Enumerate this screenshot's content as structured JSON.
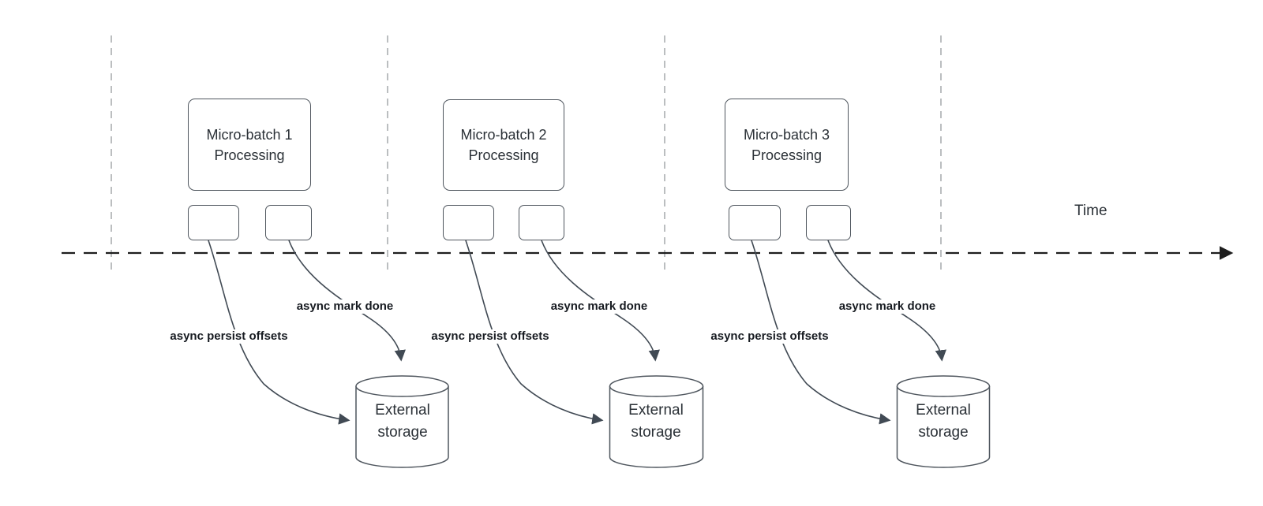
{
  "diagram": {
    "time_axis_label": "Time",
    "batches": [
      {
        "box_line1": "Micro-batch 1",
        "box_line2": "Processing",
        "persist_label": "async persist offsets",
        "done_label": "async mark done",
        "storage_line1": "External",
        "storage_line2": "storage"
      },
      {
        "box_line1": "Micro-batch 2",
        "box_line2": "Processing",
        "persist_label": "async persist offsets",
        "done_label": "async mark done",
        "storage_line1": "External",
        "storage_line2": "storage"
      },
      {
        "box_line1": "Micro-batch 3",
        "box_line2": "Processing",
        "persist_label": "async persist offsets",
        "done_label": "async mark done",
        "storage_line1": "External",
        "storage_line2": "storage"
      }
    ]
  },
  "colors": {
    "box_border": "#4f565e",
    "box_text": "#2b3137",
    "arrow": "#414a54",
    "label_text": "#171b21",
    "gridline": "#b4b7ba",
    "axis": "#1e1e1e",
    "background": "#ffffff"
  }
}
